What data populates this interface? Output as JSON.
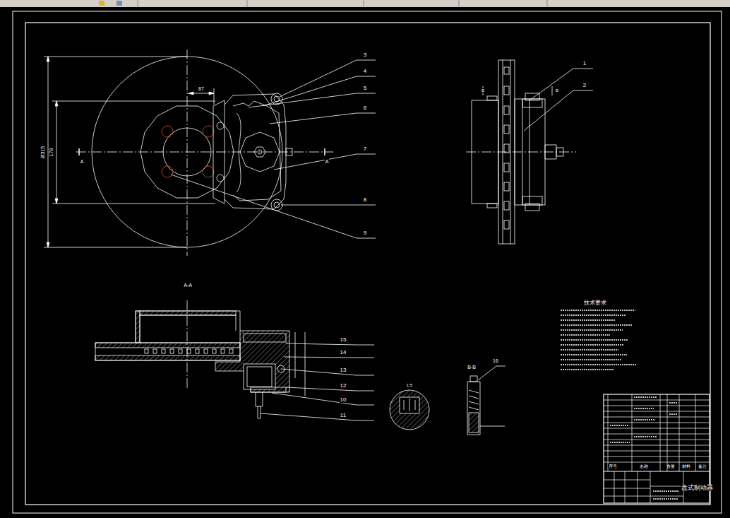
{
  "diagram": {
    "labels": [
      "3",
      "4",
      "5",
      "6",
      "7",
      "8",
      "9",
      "Ø315",
      "178",
      "87",
      "A",
      "A",
      "1",
      "2",
      "B",
      "B",
      "A-A",
      "15",
      "14",
      "13",
      "12",
      "10",
      "11",
      "1:5",
      "B-B",
      "16",
      "技术要求",
      "序号",
      "名称",
      "数量",
      "材料",
      "备注",
      "盘式制动器"
    ]
  }
}
